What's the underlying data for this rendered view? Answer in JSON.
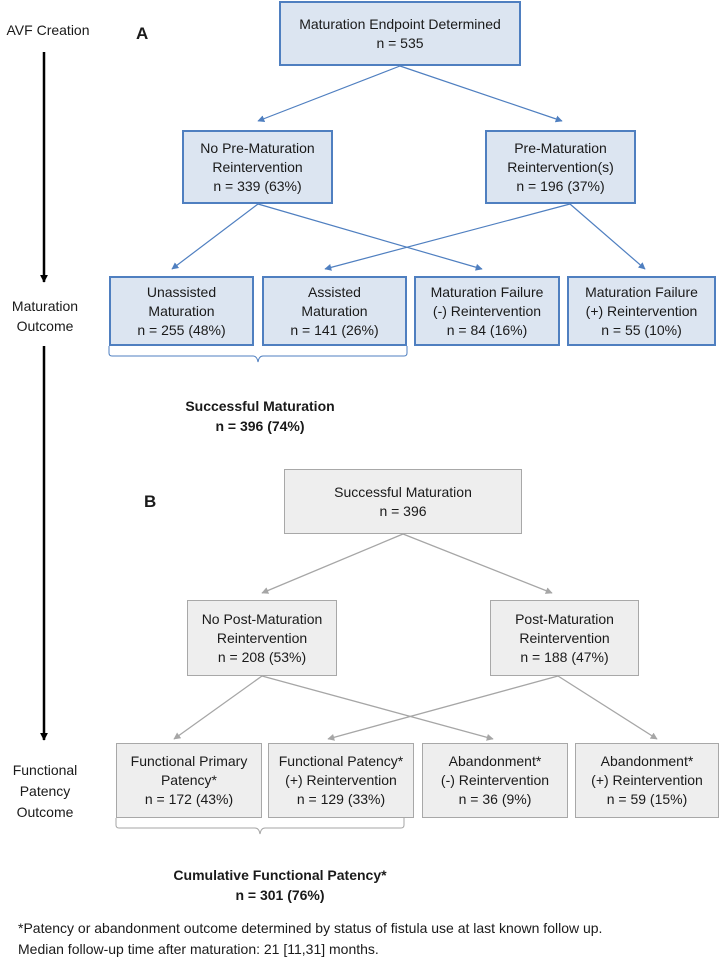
{
  "colors": {
    "blue_fill": "#dce5f1",
    "blue_edge": "#4f7fc0",
    "gray_fill": "#eeeeee",
    "gray_edge": "#a8a8a8",
    "gray_arrow": "#a6a6a6"
  },
  "timeline": {
    "avf_creation": "AVF Creation",
    "maturation_outcome": [
      "Maturation",
      "Outcome"
    ],
    "functional_outcome": [
      "Functional",
      "Patency",
      "Outcome"
    ]
  },
  "panel_a": {
    "letter": "A",
    "top": [
      "Maturation Endpoint Determined",
      "n = 535"
    ],
    "left": [
      "No Pre-Maturation",
      "Reintervention",
      "n = 339 (63%)"
    ],
    "right": [
      "Pre-Maturation",
      "Reintervention(s)",
      "n = 196 (37%)"
    ],
    "out1": [
      "Unassisted",
      "Maturation",
      "n = 255 (48%)"
    ],
    "out2": [
      "Assisted",
      "Maturation",
      "n = 141 (26%)"
    ],
    "out3": [
      "Maturation Failure",
      "(-) Reintervention",
      "n = 84 (16%)"
    ],
    "out4": [
      "Maturation Failure",
      "(+) Reintervention",
      "n = 55 (10%)"
    ],
    "summary": [
      "Successful Maturation",
      "n = 396 (74%)"
    ]
  },
  "panel_b": {
    "letter": "B",
    "top": [
      "Successful Maturation",
      "n = 396"
    ],
    "left": [
      "No Post-Maturation",
      "Reintervention",
      "n = 208 (53%)"
    ],
    "right": [
      "Post-Maturation",
      "Reintervention",
      "n = 188 (47%)"
    ],
    "out1": [
      "Functional Primary",
      "Patency*",
      "n = 172 (43%)"
    ],
    "out2": [
      "Functional Patency*",
      "(+) Reintervention",
      "n = 129 (33%)"
    ],
    "out3": [
      "Abandonment*",
      "(-) Reintervention",
      "n = 36 (9%)"
    ],
    "out4": [
      "Abandonment*",
      "(+) Reintervention",
      "n = 59 (15%)"
    ],
    "summary": [
      "Cumulative Functional Patency*",
      "n = 301 (76%)"
    ]
  },
  "footnote": [
    "*Patency or abandonment outcome determined by status of fistula use at last known follow up.",
    "Median follow-up time after maturation: 21 [11,31] months."
  ]
}
